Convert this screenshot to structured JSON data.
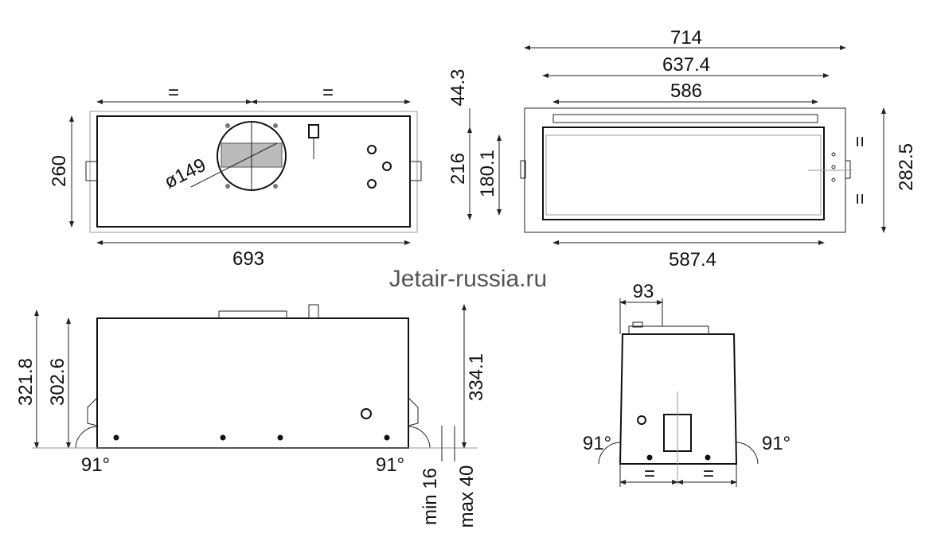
{
  "watermark": "Jetair-russia.ru",
  "top_view": {
    "width": "693",
    "depth": "260",
    "duct_diameter": "ø149",
    "equal_left": "=",
    "equal_right": "="
  },
  "front_view": {
    "overall_width": "714",
    "frame_width": "637.4",
    "glass_width": "586",
    "cutout_width": "587.4",
    "frame_border": "44.3",
    "frame_height": "216",
    "glass_height": "180.1",
    "overall_depth": "282.5",
    "equal_top": "=",
    "equal_bottom": "="
  },
  "side_view": {
    "height_total": "321.8",
    "height_body": "302.6",
    "height_max": "334.1",
    "angle_left": "91°",
    "angle_right": "91°",
    "min_label": "min 16",
    "max_label": "max 40"
  },
  "end_view": {
    "outlet_offset": "93",
    "angle_left": "91°",
    "angle_right": "91°",
    "equal_left": "=",
    "equal_right": "="
  }
}
